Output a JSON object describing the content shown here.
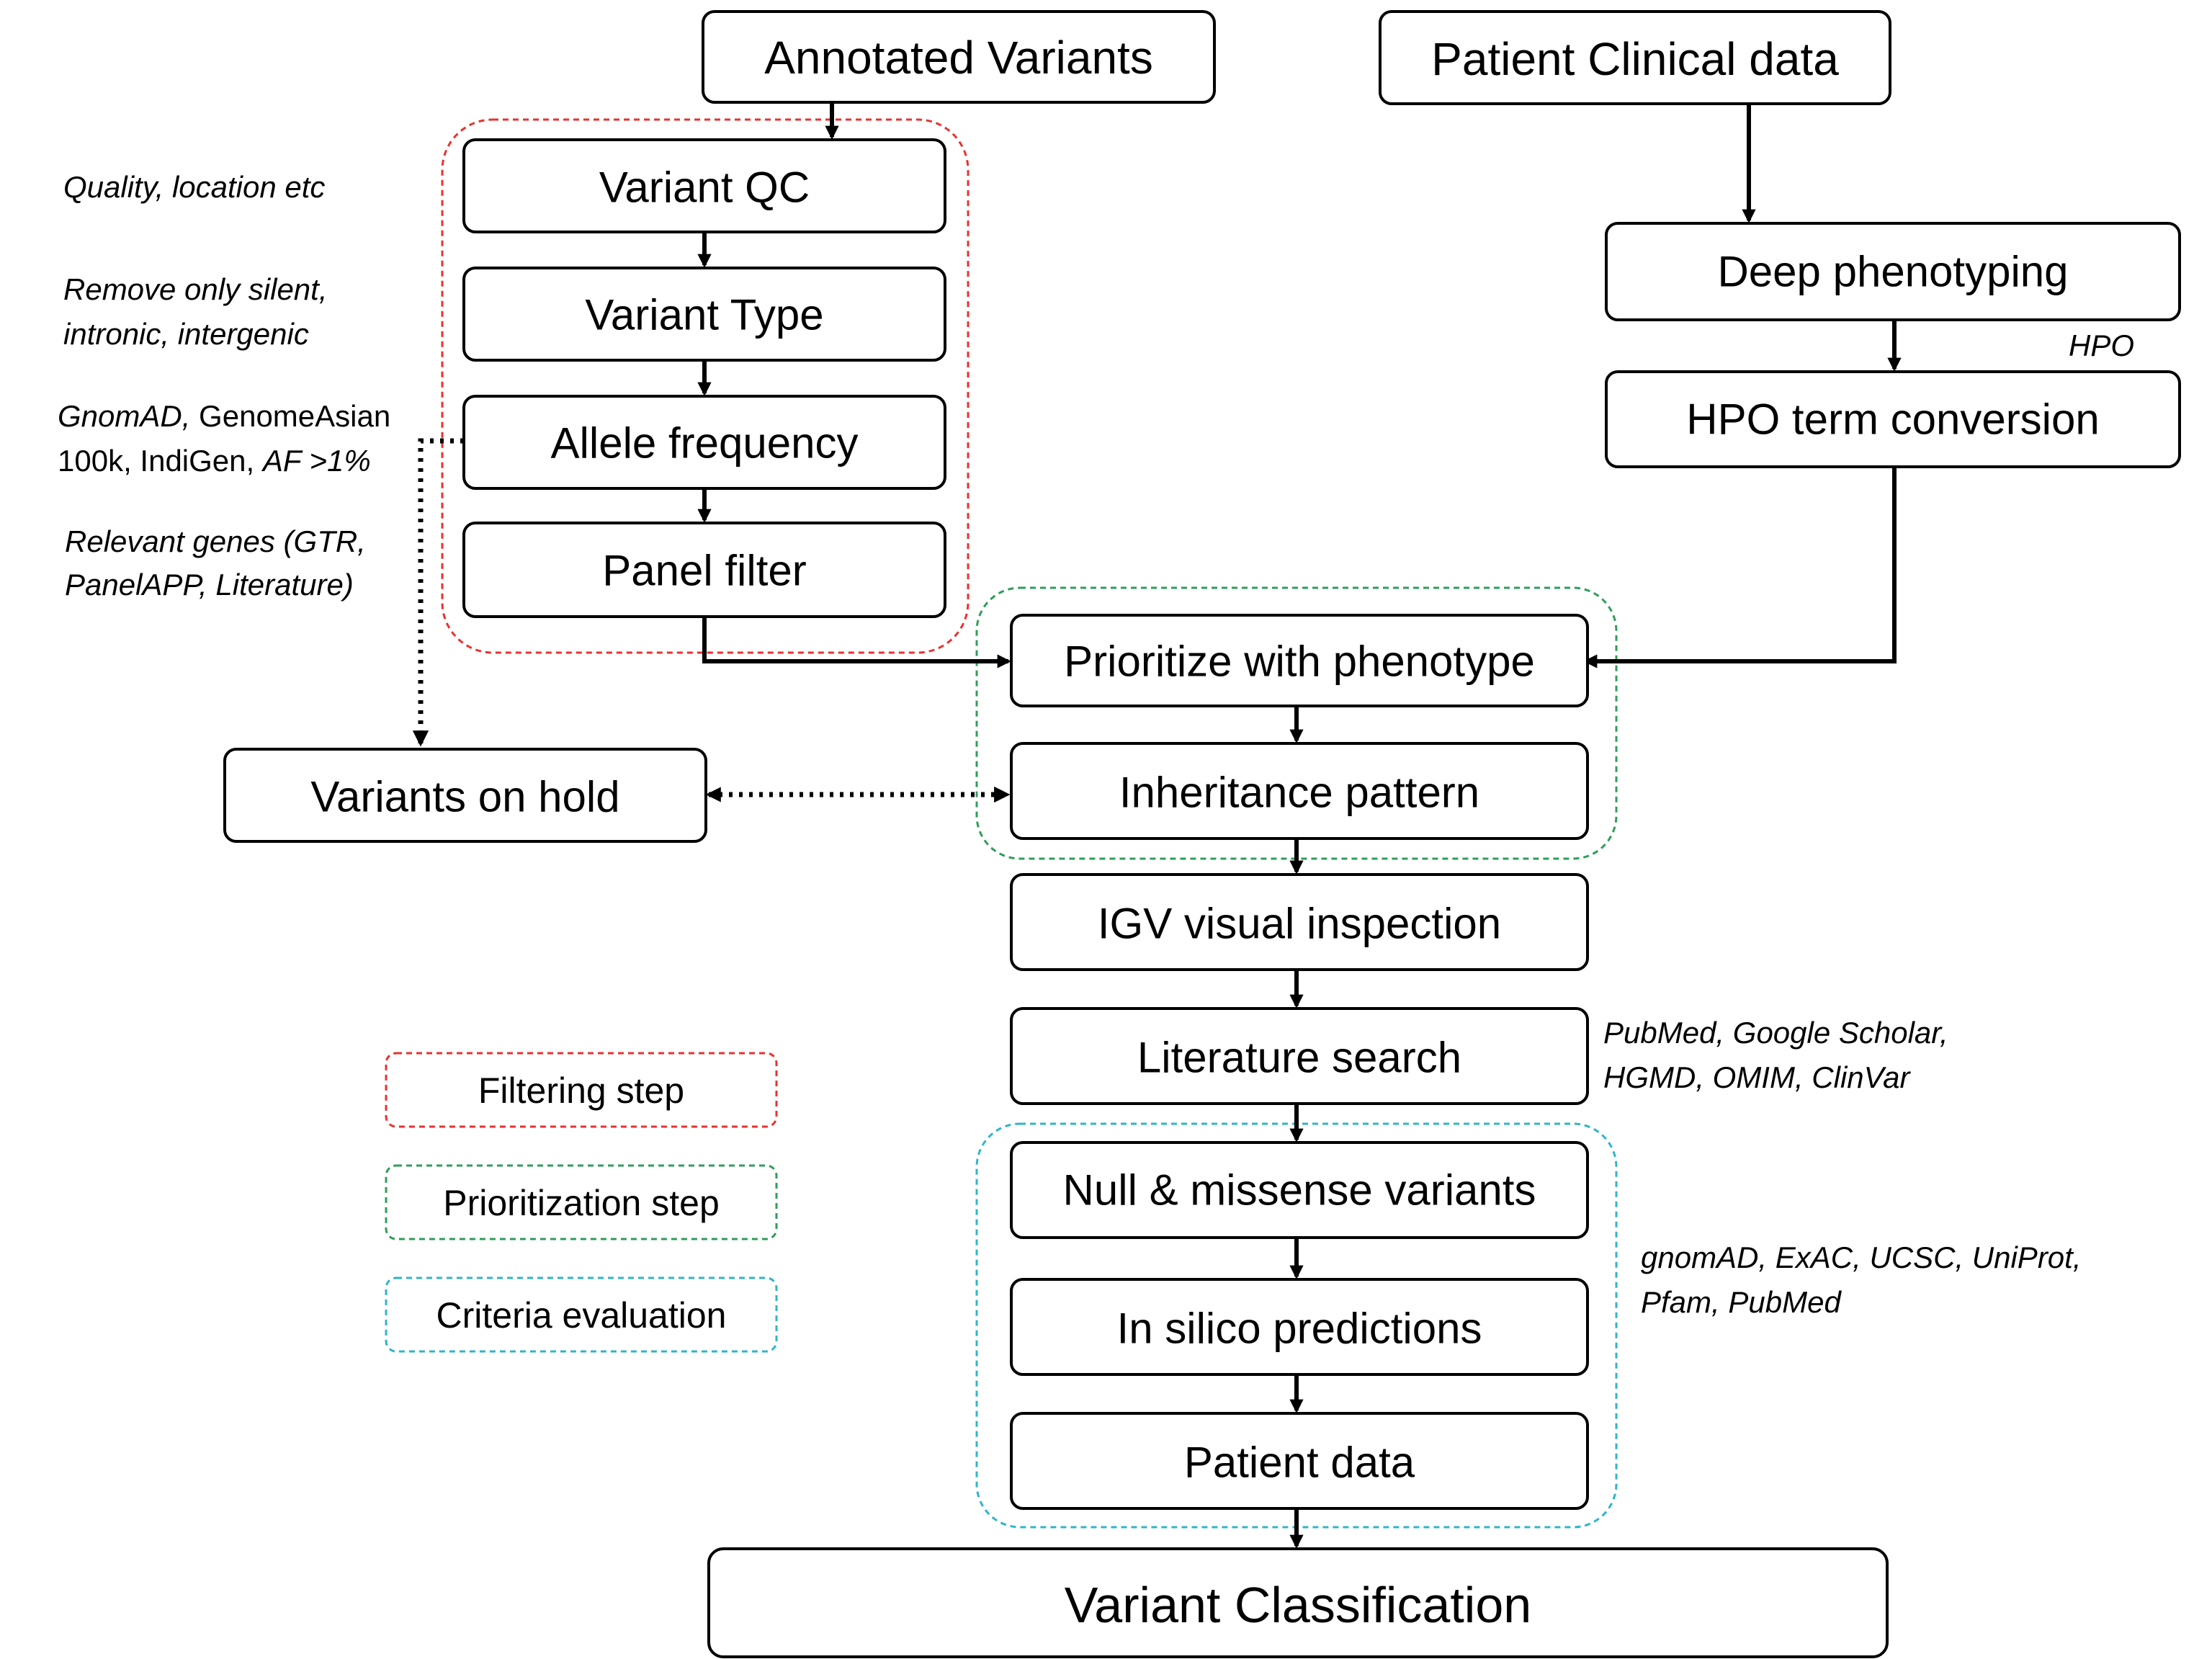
{
  "boxes": {
    "annotated_variants": "Annotated Variants",
    "patient_clinical_data": "Patient Clinical data",
    "variant_qc": "Variant QC",
    "variant_type": "Variant Type",
    "allele_frequency": "Allele frequency",
    "panel_filter": "Panel filter",
    "deep_phenotyping": "Deep phenotyping",
    "hpo_term_conversion": "HPO term conversion",
    "prioritize_with_phenotype": "Prioritize with phenotype",
    "inheritance_pattern": "Inheritance pattern",
    "variants_on_hold": "Variants on hold",
    "igv_visual_inspection": "IGV visual inspection",
    "literature_search": "Literature search",
    "null_missense_variants": "Null & missense variants",
    "in_silico_predictions": "In silico predictions",
    "patient_data": "Patient data",
    "variant_classification": "Variant Classification"
  },
  "notes": {
    "quality": "Quality, location etc",
    "remove_line1": "Remove only silent,",
    "remove_line2": "intronic, intergenic",
    "af_gnomad": "GnomAD,",
    "af_genomeasian": " GenomeAsian",
    "af_100k": "100k, IndiGen, ",
    "af_threshold": "AF >1%",
    "genes_line1": "Relevant genes (GTR,",
    "genes_line2": "PanelAPP, Literature)",
    "hpo": "HPO",
    "lit_line1": "PubMed, Google Scholar,",
    "lit_line2": "HGMD, OMIM, ClinVar",
    "criteria_line1": "gnomAD, ExAC, UCSC, UniProt,",
    "criteria_line2": "Pfam, PubMed"
  },
  "legend": [
    {
      "label": "Filtering step",
      "color": "#e8322f"
    },
    {
      "label": "Prioritization step",
      "color": "#2e9e5b"
    },
    {
      "label": "Criteria evaluation",
      "color": "#2fb5c8"
    }
  ],
  "colors": {
    "filtering": "#e8322f",
    "prioritization": "#2e9e5b",
    "criteria": "#2fb5c8"
  }
}
